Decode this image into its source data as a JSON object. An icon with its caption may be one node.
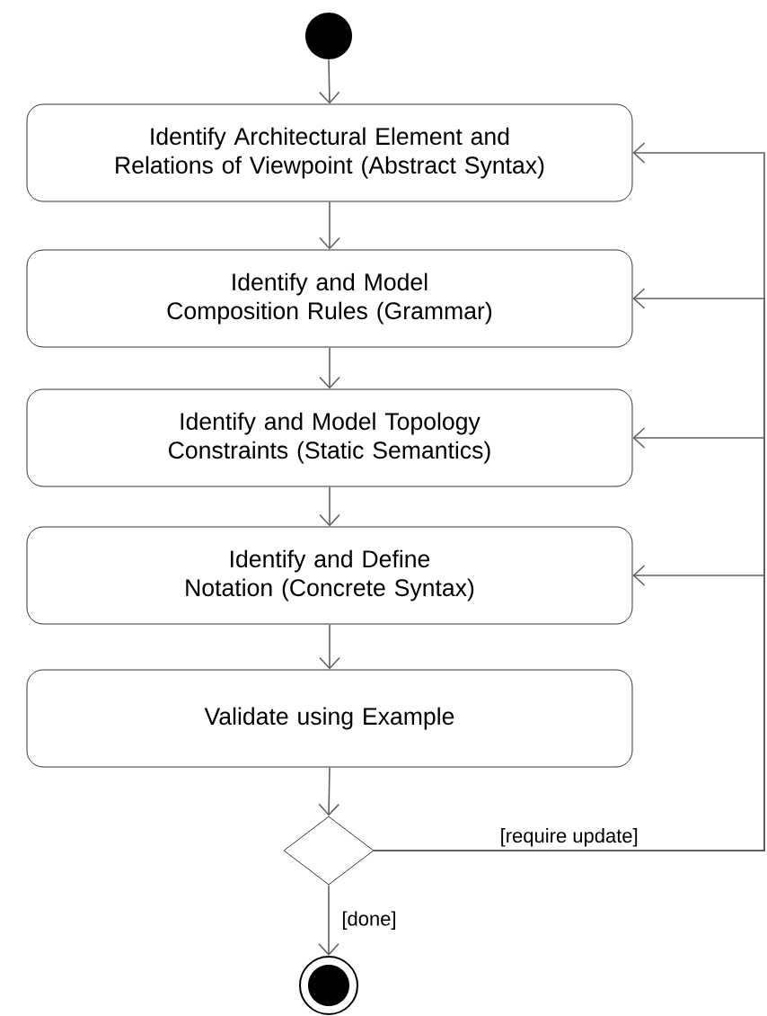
{
  "diagram": {
    "nodes": [
      {
        "text": [],
        "shape": "circle"
      },
      {
        "text": [
          "Identify Architectural Element and Relations of Viewpoint (Abstract Syntax)"
        ]
      },
      {
        "text": [
          "Identify and Model Composition Rules (Grammar)"
        ]
      },
      {
        "text": [
          "Identify and Model Topology Constraints (Static Semantics)"
        ]
      },
      {
        "text": [
          "Identify and Define Notation (Concrete Syntax)"
        ]
      },
      {
        "text": [
          "Validate using Example"
        ]
      },
      {
        "text": [],
        "shape": "diamond"
      },
      {
        "text": [],
        "shape": "circle"
      }
    ],
    "edges": [
      {
        "from": 0,
        "to": 1,
        "arrow": "to"
      },
      {
        "from": 1,
        "to": 2,
        "arrow": "to"
      },
      {
        "from": 2,
        "to": 3,
        "arrow": "to"
      },
      {
        "from": 3,
        "to": 4,
        "arrow": "to"
      },
      {
        "from": 4,
        "to": 5,
        "arrow": "to"
      },
      {
        "from": 5,
        "to": 6,
        "arrow": "to"
      },
      {
        "from": 6,
        "to": 7,
        "arrow": "to",
        "label": "[done]"
      },
      {
        "from": 6,
        "to": 1,
        "arrow": "to",
        "label": "[require update]"
      },
      {
        "from": 6,
        "to": 2,
        "arrow": "to"
      },
      {
        "from": 6,
        "to": 3,
        "arrow": "to"
      },
      {
        "from": 6,
        "to": 4,
        "arrow": "to"
      }
    ]
  }
}
